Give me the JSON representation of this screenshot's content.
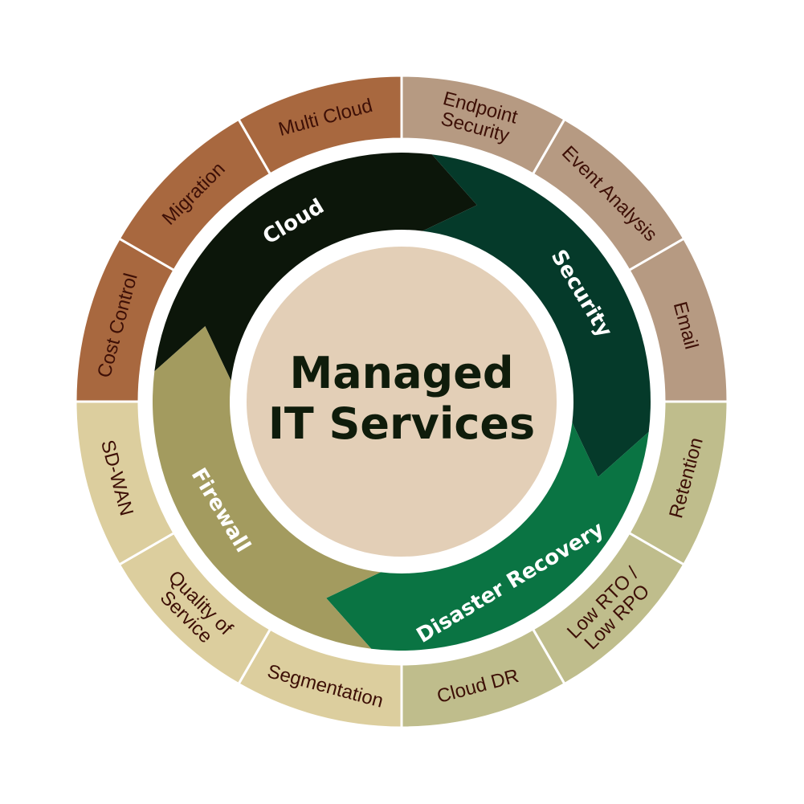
{
  "center": {
    "lines": [
      "Managed",
      "IT Services"
    ]
  },
  "colors": {
    "center_fill": "#e3cfb7",
    "center_text": "#0f1c0b",
    "segment_text": "#3d0f06",
    "arc_text": "#ffffff"
  },
  "categories": [
    {
      "label": "Cloud",
      "color": "#0c160a",
      "items": [
        {
          "lines": [
            "Cost Control"
          ],
          "color": "#a8683f"
        },
        {
          "lines": [
            "Migration"
          ],
          "color": "#a8683f"
        },
        {
          "lines": [
            "Multi Cloud"
          ],
          "color": "#a8683f"
        }
      ]
    },
    {
      "label": "Security",
      "color": "#053a2a",
      "items": [
        {
          "lines": [
            "Endpoint",
            "Security"
          ],
          "color": "#b69a82"
        },
        {
          "lines": [
            "Event Analysis"
          ],
          "color": "#b69a82"
        },
        {
          "lines": [
            "Email"
          ],
          "color": "#b69a82"
        }
      ]
    },
    {
      "label": "Disaster Recovery",
      "color": "#0a7443",
      "items": [
        {
          "lines": [
            "Retention"
          ],
          "color": "#bfbd8c"
        },
        {
          "lines": [
            "Low RTO /",
            "Low RPO"
          ],
          "color": "#bfbd8c"
        },
        {
          "lines": [
            "Cloud DR"
          ],
          "color": "#bfbd8c"
        }
      ]
    },
    {
      "label": "Firewall",
      "color": "#a39b5f",
      "items": [
        {
          "lines": [
            "Segmentation"
          ],
          "color": "#dcce9e"
        },
        {
          "lines": [
            "Quality of",
            "Service"
          ],
          "color": "#dcce9e"
        },
        {
          "lines": [
            "SD-WAN"
          ],
          "color": "#dcce9e"
        }
      ]
    }
  ]
}
